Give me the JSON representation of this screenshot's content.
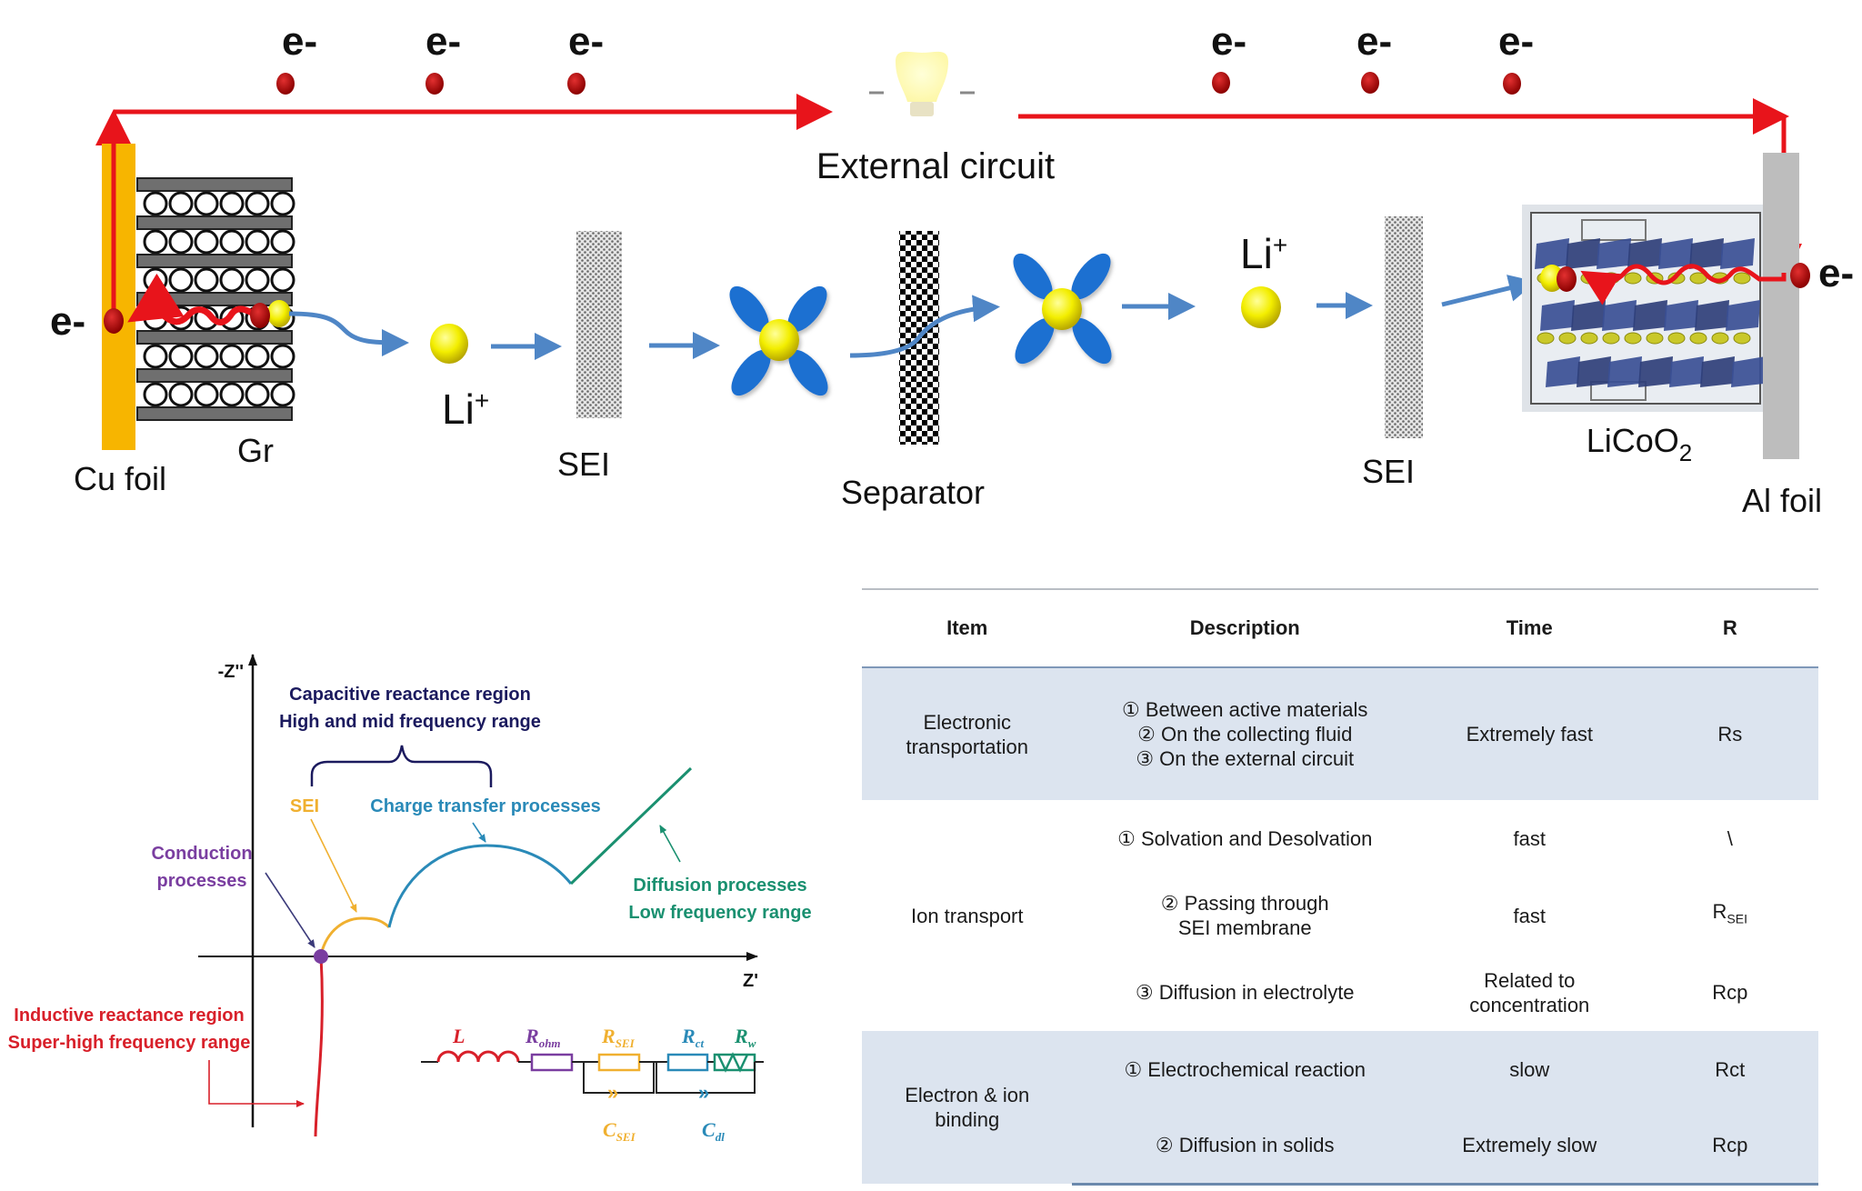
{
  "top_diagram": {
    "electron_label": "e-",
    "external_circuit_label": "External circuit",
    "li_ion_label": "Li+",
    "labels": {
      "cu_foil": "Cu foil",
      "graphite": "Gr",
      "sei_left": "SEI",
      "separator": "Separator",
      "sei_right": "SEI",
      "cathode": "LiCoO2",
      "al_foil": "Al foil"
    },
    "colors": {
      "electron_path": "#e8141b",
      "ion_arrow": "#4f86c6",
      "cu_foil": "#f7b500",
      "al_foil": "#bdbdbd",
      "li_ion": "#f2f000",
      "solvent": "#1f6fd1"
    }
  },
  "eis_chart": {
    "y_axis_label": "-Z''",
    "x_axis_label": "Z'",
    "capacitive_title": "Capacitive reactance region",
    "capacitive_subtitle": "High and mid frequency range",
    "sei_label": "SEI",
    "charge_transfer_label": "Charge transfer processes",
    "conduction_label_1": "Conduction",
    "conduction_label_2": "processes",
    "diffusion_label_1": "Diffusion processes",
    "diffusion_label_2": "Low frequency range",
    "inductive_label_1": "Inductive reactance region",
    "inductive_label_2": "Super-high frequency range",
    "colors": {
      "capacitive": "#1b1a5e",
      "sei": "#f0b030",
      "charge_transfer": "#2a8ab8",
      "conduction": "#7a3ea0",
      "diffusion": "#1a9070",
      "inductive": "#d8202a"
    }
  },
  "equivalent_circuit": {
    "L": "L",
    "R_ohm": "R",
    "R_ohm_sub": "ohm",
    "R_SEI": "R",
    "R_SEI_sub": "SEI",
    "C_SEI": "C",
    "C_SEI_sub": "SEI",
    "R_ct": "R",
    "R_ct_sub": "ct",
    "R_w": "R",
    "R_w_sub": "w",
    "C_dl": "C",
    "C_dl_sub": "dl"
  },
  "table": {
    "headers": [
      "Item",
      "Description",
      "Time",
      "R"
    ],
    "rows": [
      {
        "item": "Electronic transportation",
        "description": [
          "① Between active materials",
          "② On the collecting fluid",
          "③ On the external circuit"
        ],
        "time": "Extremely fast",
        "r": "Rs"
      },
      {
        "item": "Ion transport",
        "sub": [
          {
            "description": "① Solvation and Desolvation",
            "time": "fast",
            "r": "\\"
          },
          {
            "description": "② Passing through SEI membrane",
            "time": "fast",
            "r": "R",
            "r_sub": "SEI"
          },
          {
            "description": "③ Diffusion in electrolyte",
            "time": "Related to concentration",
            "r": "Rcp"
          }
        ]
      },
      {
        "item": "Electron &  ion binding",
        "sub": [
          {
            "description": "① Electrochemical reaction",
            "time": "slow",
            "r": "Rct"
          },
          {
            "description": "② Diffusion in solids",
            "time": "Extremely slow",
            "r": "Rcp"
          }
        ]
      }
    ]
  }
}
